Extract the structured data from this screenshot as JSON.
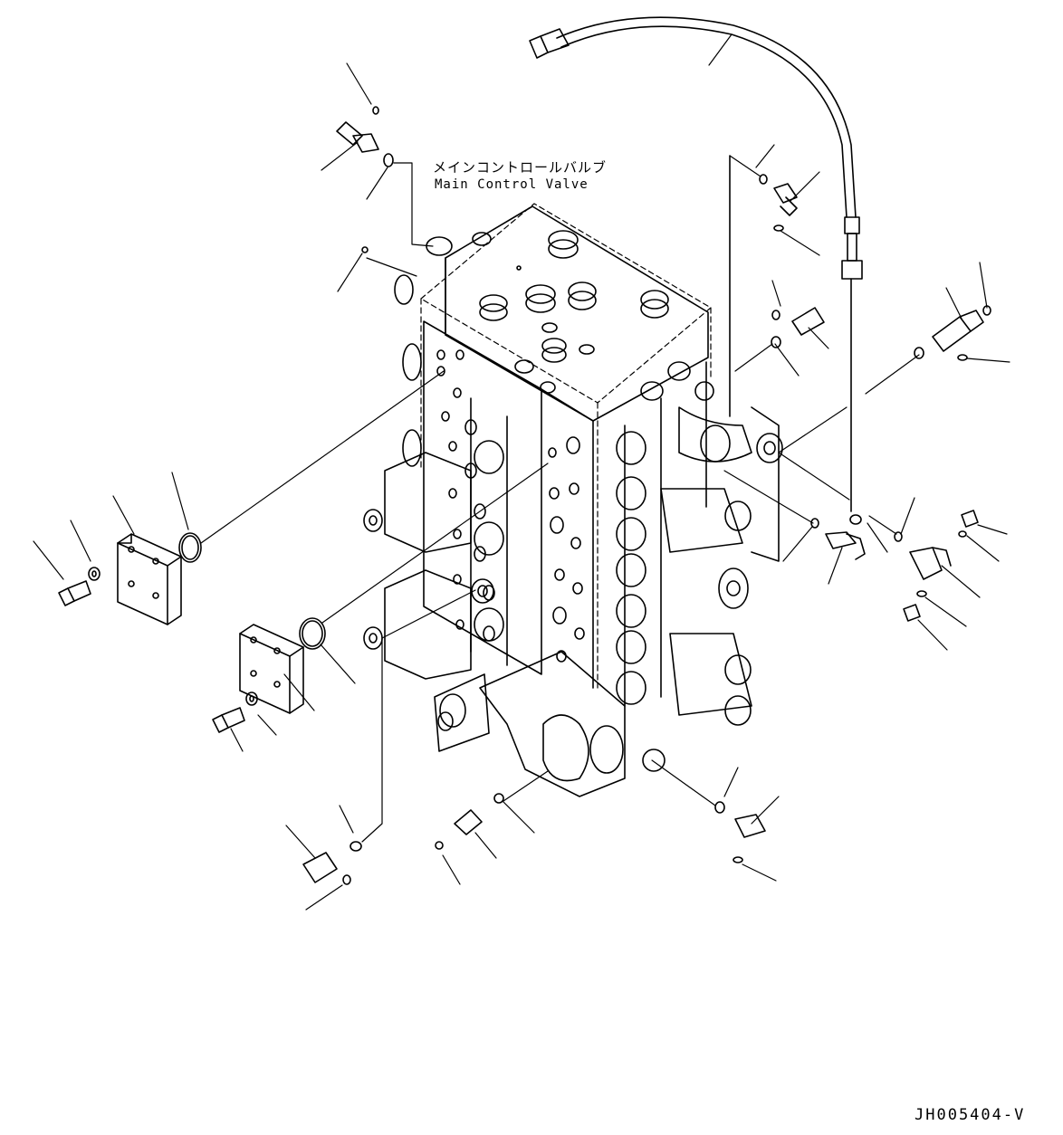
{
  "labels": {
    "component_jp": "メインコントロールバルブ",
    "component_en": "Main Control Valve"
  },
  "drawing_id": "JH005404-V"
}
